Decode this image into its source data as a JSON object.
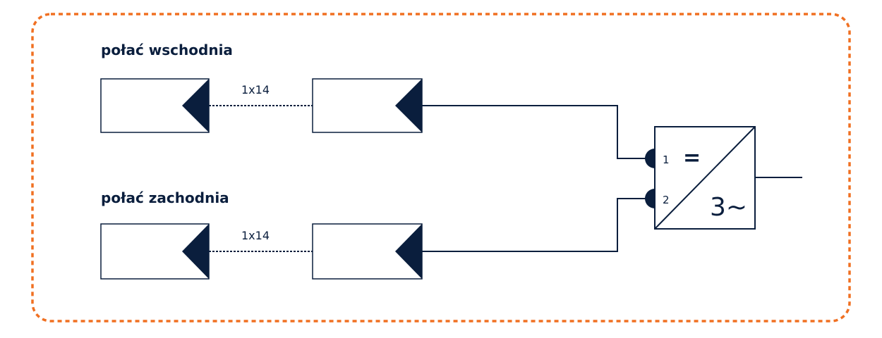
{
  "colors": {
    "border": "#f07022",
    "ink": "#0a1e3d",
    "background": "#ffffff"
  },
  "roofs": [
    {
      "label": "połać wschodnia",
      "module_count": "1x14",
      "inverter_input": "1"
    },
    {
      "label": "połać zachodnia",
      "module_count": "1x14",
      "inverter_input": "2"
    }
  ],
  "inverter": {
    "dc_symbol": "=",
    "ac_symbol": "3~"
  }
}
